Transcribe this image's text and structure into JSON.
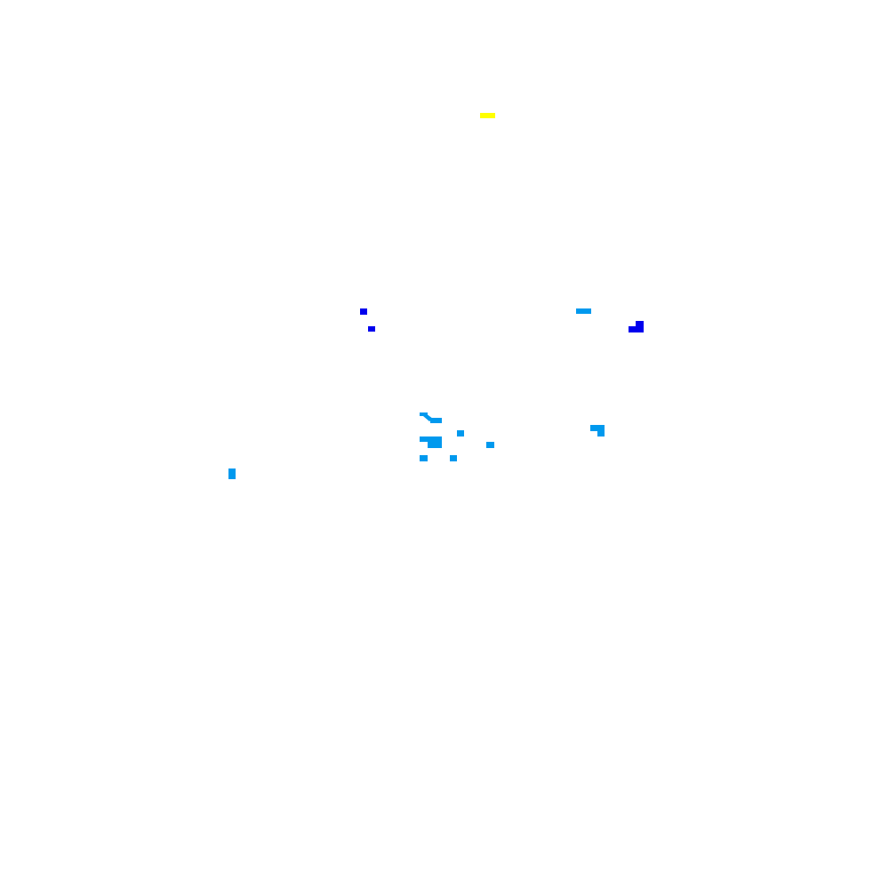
{
  "palette": {
    "background": "#ffffff",
    "yellow": "#ffff00",
    "light_blue": "#0099ee",
    "dark_blue": "#0000ee"
  },
  "marks": [
    {
      "name": "yellow-mark",
      "color": "yellow"
    },
    {
      "name": "dark-blue-mark-left-top",
      "color": "dark_blue"
    },
    {
      "name": "dark-blue-mark-left-bottom",
      "color": "dark_blue"
    },
    {
      "name": "light-blue-mark-upper-right",
      "color": "light_blue"
    },
    {
      "name": "dark-blue-mark-right",
      "color": "dark_blue"
    },
    {
      "name": "light-blue-cluster-center",
      "color": "light_blue"
    },
    {
      "name": "light-blue-mark-center-small",
      "color": "light_blue"
    },
    {
      "name": "light-blue-mark-center-right",
      "color": "light_blue"
    },
    {
      "name": "light-blue-mark-right-middle",
      "color": "light_blue"
    },
    {
      "name": "light-blue-mark-far-left",
      "color": "light_blue"
    }
  ]
}
